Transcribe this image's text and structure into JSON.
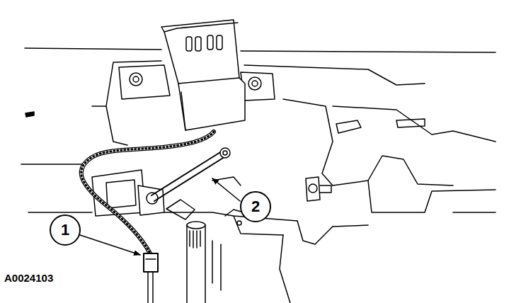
{
  "diagram": {
    "nodes": [
      {
        "text": [
          "1"
        ]
      },
      {
        "text": [
          "2"
        ]
      }
    ],
    "labels": [
      "A0024103"
    ]
  }
}
